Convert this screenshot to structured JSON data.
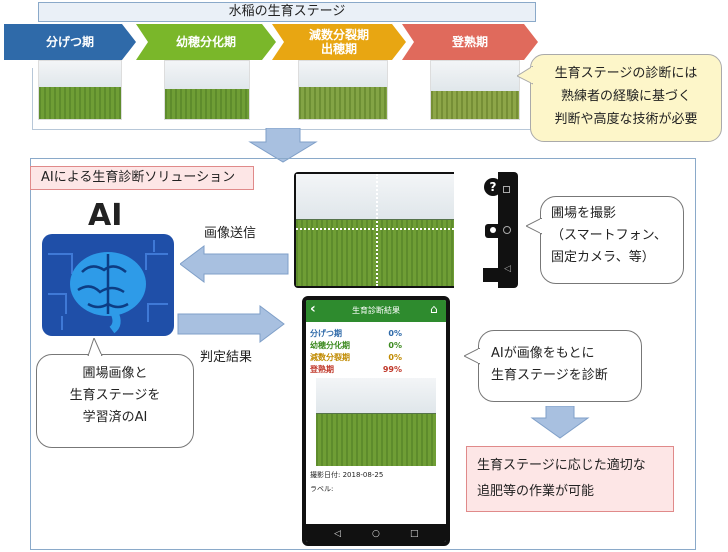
{
  "title": "水稲の生育ステージ",
  "stages": [
    {
      "label": "分げつ期",
      "color": "#2f6aa9"
    },
    {
      "label": "幼穂分化期",
      "color": "#7ab72a"
    },
    {
      "label": "減数分裂期\n出穂期",
      "color": "#e8a612"
    },
    {
      "label": "登熟期",
      "color": "#e06a5c"
    }
  ],
  "top_callout": "生育ステージの診断には\n熟練者の経験に基づく\n判断や高度な技術が必要",
  "solution_title": "AIによる生育診断ソリューション",
  "ai_label": "AI",
  "ai_bubble": "圃場画像と\n生育ステージを\n学習済のAI",
  "send_label": "画像送信",
  "result_label": "判定結果",
  "camera_bubble": "圃場を撮影\n（スマートフォン、\n固定カメラ、等）",
  "phone": {
    "header": "生育診断結果",
    "rows": [
      {
        "name": "分げつ期",
        "value": "0%",
        "color": "#2f6aa9"
      },
      {
        "name": "幼穂分化期",
        "value": "0%",
        "color": "#3c8a1f"
      },
      {
        "name": "減数分裂期",
        "value": "0%",
        "color": "#c08a00"
      },
      {
        "name": "登熟期",
        "value": "99%",
        "color": "#c0392b"
      }
    ],
    "date_label": "撮影日付:",
    "date_value": "2018-08-25",
    "tag_label": "ラベル:"
  },
  "diagnose_bubble": "AIが画像をもとに\n生育ステージを診断",
  "result_box": "生育ステージに応じた適切な\n追肥等の作業が可能"
}
